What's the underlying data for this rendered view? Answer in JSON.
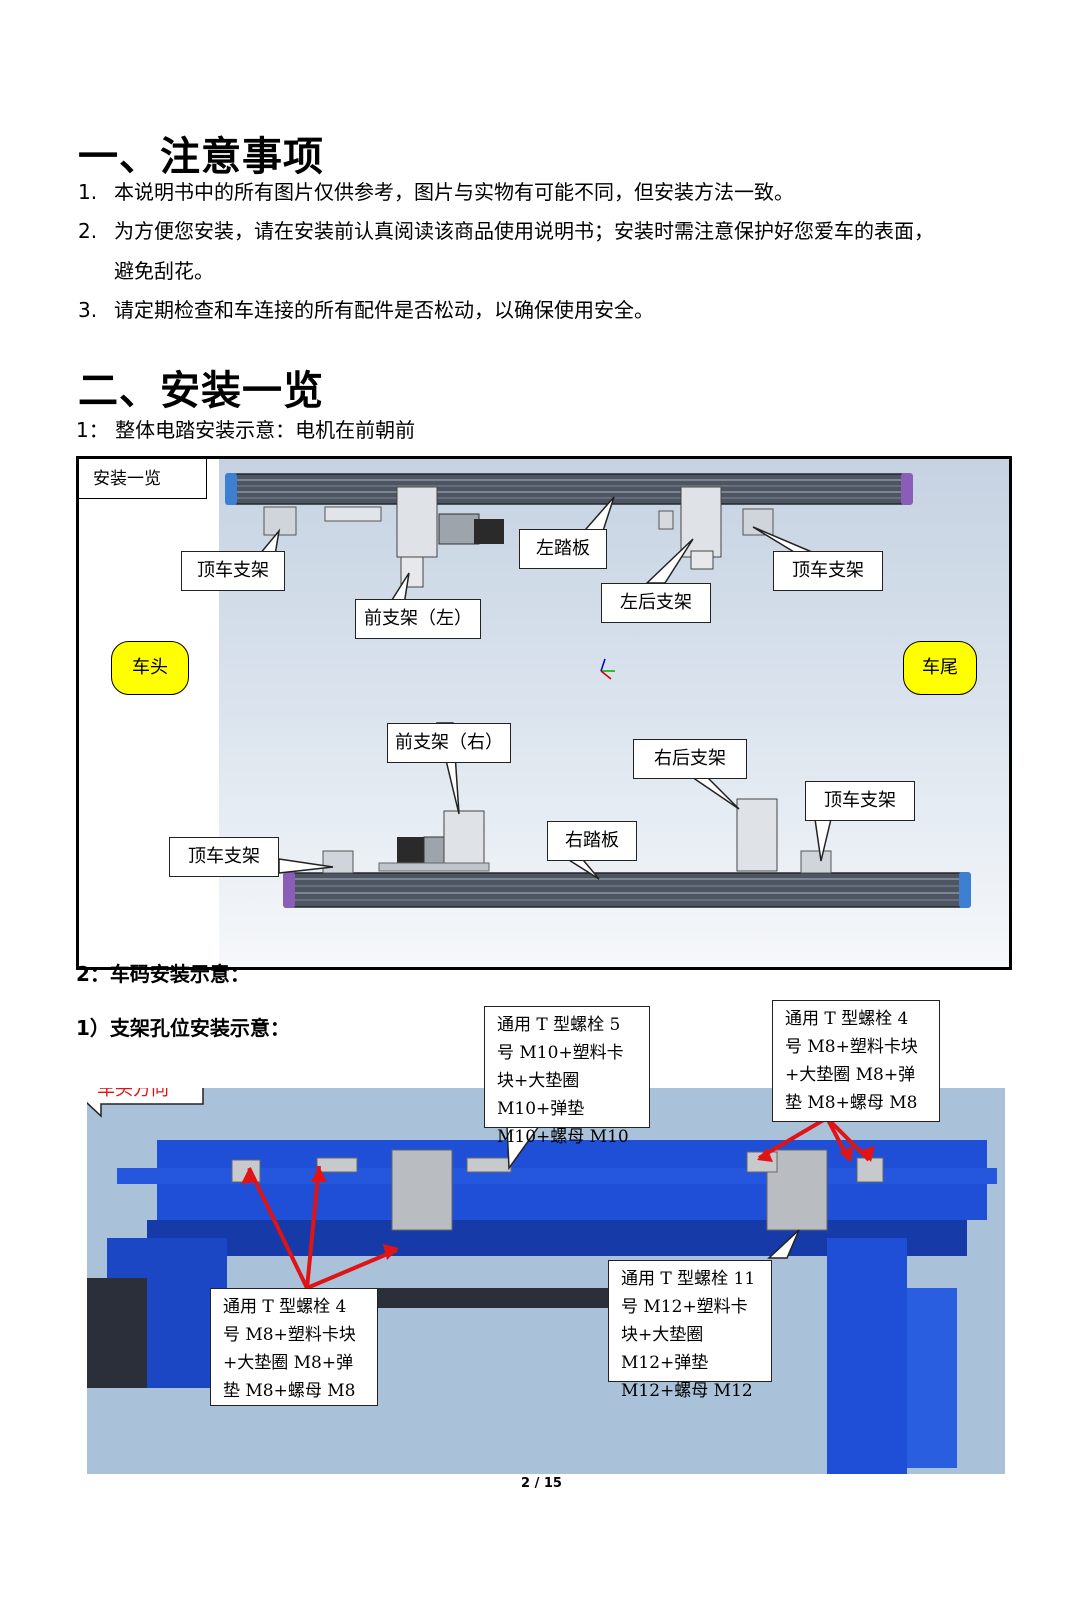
{
  "section1": {
    "title": "一、注意事项",
    "items": [
      {
        "num": "1.",
        "text": "本说明书中的所有图片仅供参考，图片与实物有可能不同，但安装方法一致。"
      },
      {
        "num": "2.",
        "text": "为方便您安装，请在安装前认真阅读该商品使用说明书；安装时需注意保护好您爱车的表面，",
        "text2": "避免刮花。"
      },
      {
        "num": "3.",
        "text": "请定期检查和车连接的所有配件是否松动，以确保使用安全。"
      }
    ]
  },
  "section2": {
    "title": "二、安装一览",
    "sub1": "1：  整体电踏安装示意：电机在前朝前",
    "figure1": {
      "title": "安装一览",
      "labels": {
        "top_support_tl": "顶车支架",
        "front_left": "前支架（左）",
        "left_board": "左踏板",
        "left_rear": "左后支架",
        "top_support_tr": "顶车支架",
        "car_head": "车头",
        "car_tail": "车尾",
        "front_right": "前支架（右）",
        "right_rear": "右后支架",
        "top_support_br": "顶车支架",
        "right_board": "右踏板",
        "top_support_bl": "顶车支架"
      }
    },
    "sub2": "2：车码安装示意：",
    "sub3": "1）支架孔位安装示意：",
    "figure2": {
      "direction": "车头方向",
      "notes": {
        "n1": "通用 T 型螺栓 5 号 M10+塑料卡块+大垫圈 M10+弹垫 M10+螺母 M10",
        "n2": "通用 T 型螺栓 4 号 M8+塑料卡块+大垫圈 M8+弹垫 M8+螺母 M8",
        "n3": "通用 T 型螺栓 4 号 M8+塑料卡块+大垫圈 M8+弹垫 M8+螺母 M8",
        "n4": "通用 T 型螺栓 11 号 M12+塑料卡块+大垫圈 M12+弹垫 M12+螺母 M12"
      }
    }
  },
  "footer": {
    "page": "2 / 15"
  }
}
